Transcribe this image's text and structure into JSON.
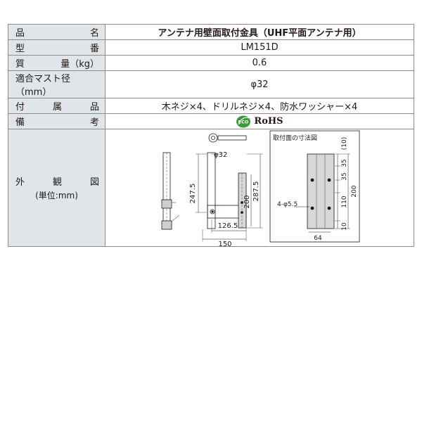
{
  "rows": [
    {
      "label": [
        "品",
        "名"
      ],
      "value": "アンテナ用壁面取付金具（UHF平面アンテナ用）"
    },
    {
      "label": [
        "型",
        "番"
      ],
      "value": "LM151D"
    },
    {
      "label": [
        "質",
        "量（kg）"
      ],
      "value": "0.6"
    },
    {
      "label": [
        "適合マスト径（mm）"
      ],
      "value": "φ32"
    },
    {
      "label": [
        "付",
        "属",
        "品"
      ],
      "value": "木ネジ×4、ドリルネジ×4、防水ワッシャー×4"
    },
    {
      "label": [
        "備",
        "考"
      ],
      "value": "RoHS"
    }
  ],
  "eco_label": "ECO",
  "figure": {
    "label": [
      "外",
      "観",
      "図"
    ],
    "unit": "(単位:mm)",
    "dims": {
      "d32": "φ32",
      "h247": "247.5",
      "h287": "287.5",
      "h200": "200",
      "w126": "126.5",
      "w150": "150"
    },
    "mount": {
      "title": "取付面の寸法図",
      "d10a": "(10)",
      "d35a": "35",
      "d35b": "35",
      "d110": "110",
      "d10b": "10",
      "h200": "200",
      "hole": "4-φ5.5",
      "w64": "64"
    }
  }
}
